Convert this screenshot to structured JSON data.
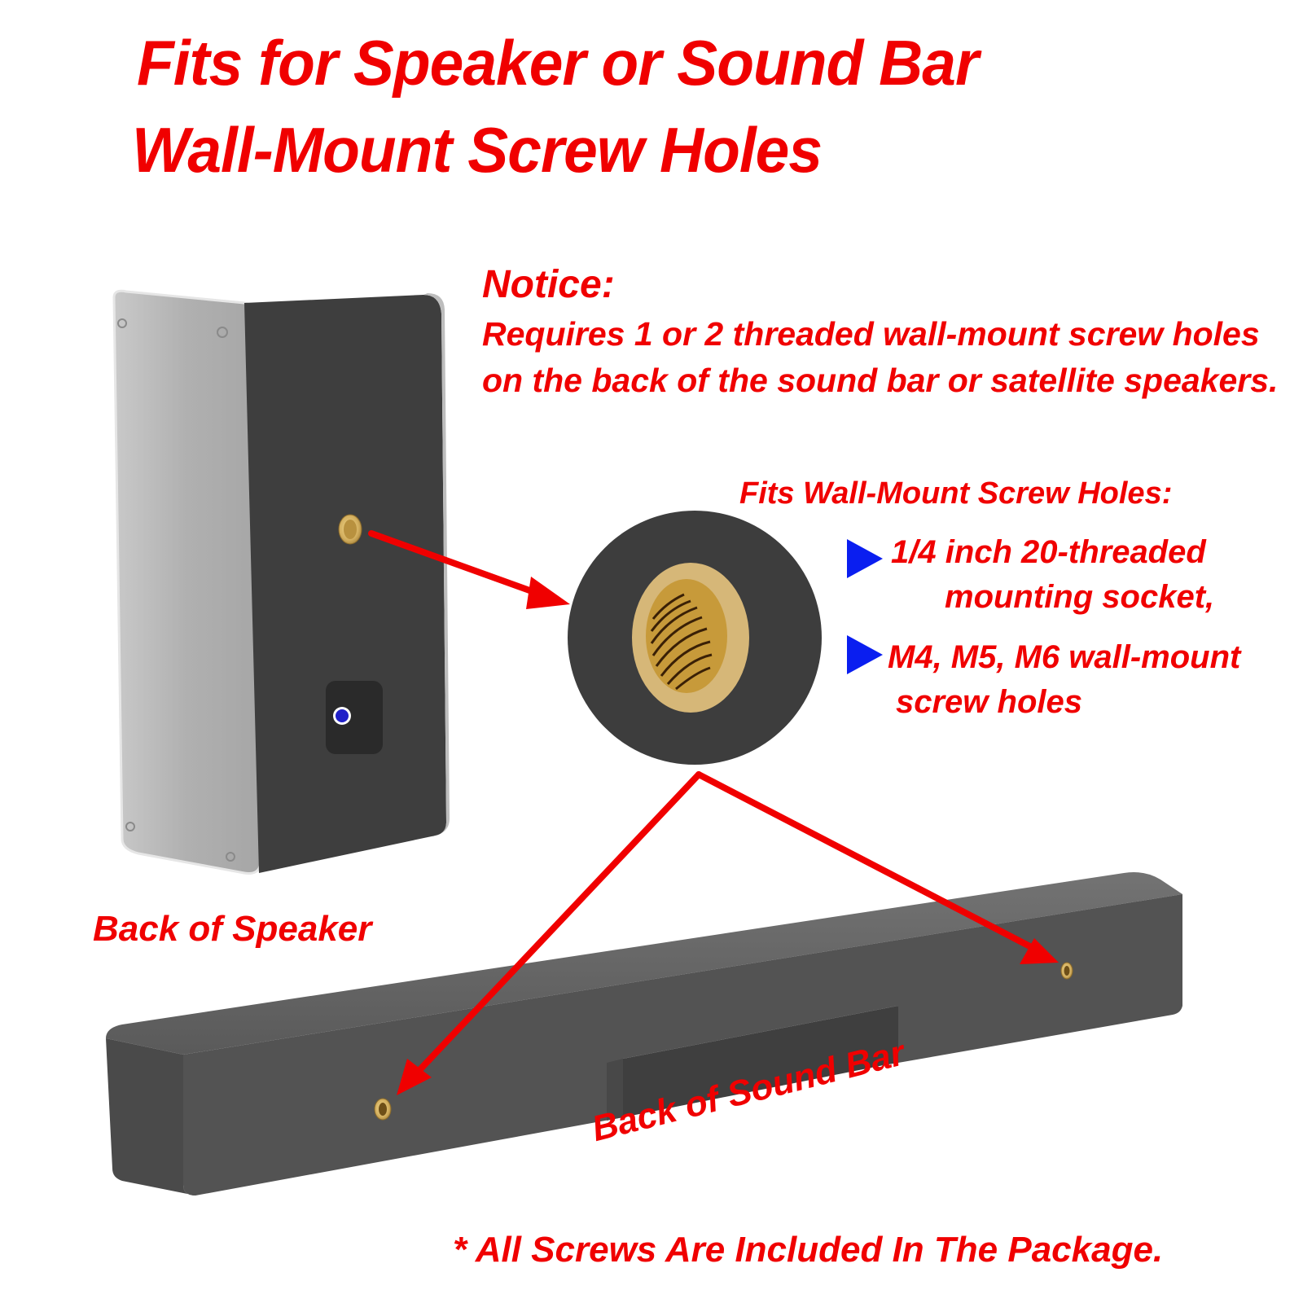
{
  "title": {
    "line1": "Fits for Speaker or Sound Bar",
    "line2": "Wall-Mount Screw Holes"
  },
  "notice": {
    "heading": "Notice:",
    "body": "Requires 1 or 2 threaded wall-mount screw holes on the back of the sound bar or satellite speakers."
  },
  "fits": {
    "heading": "Fits Wall-Mount Screw Holes:",
    "bullets": [
      {
        "icon": "blue-triangle-bullet-icon",
        "line1": "1/4 inch 20-threaded",
        "line2": "mounting socket,"
      },
      {
        "icon": "blue-triangle-bullet-icon",
        "line1": "M4, M5, M6 wall-mount",
        "line2": "screw holes"
      }
    ]
  },
  "labels": {
    "speaker": "Back of Speaker",
    "sound_bar": "Back of Sound Bar"
  },
  "footer": "* All Screws Are Included In The Package.",
  "colors": {
    "text_red": "#f00000",
    "bullet_blue": "#0a1ef0",
    "device_dark": "#3d3d3d",
    "aluminum": "#b5b5b5",
    "brass": "#d9b96a"
  }
}
